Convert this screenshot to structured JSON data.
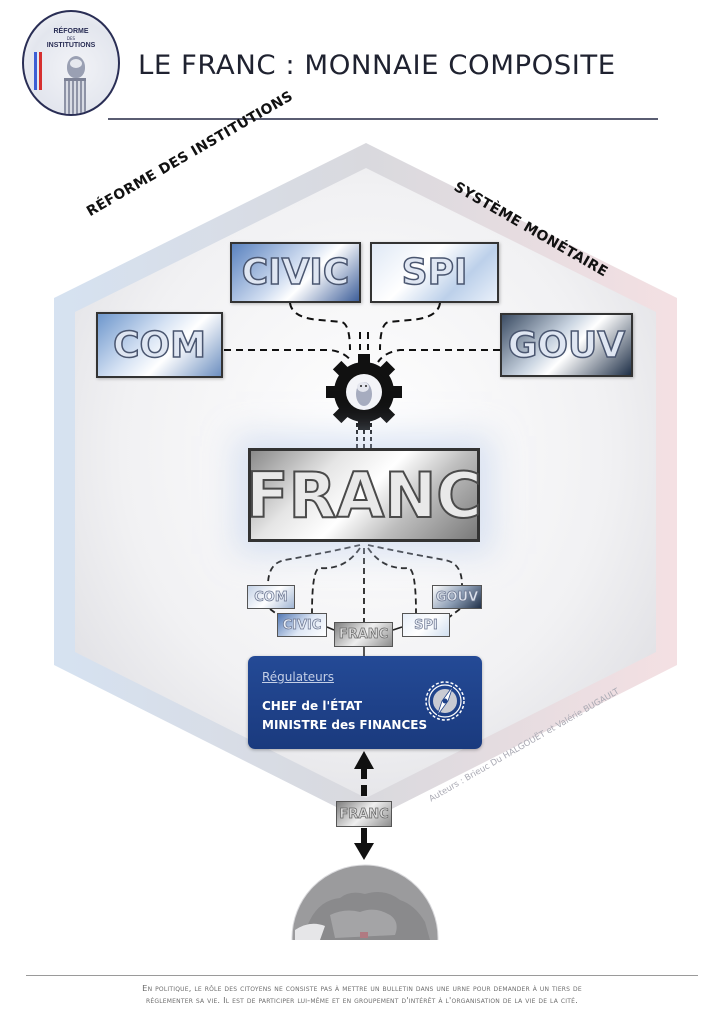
{
  "header": {
    "logo": {
      "top_text": "RÉFORME",
      "mid_text": "DES",
      "bottom_text": "INSTITUTIONS",
      "icon": "owl-on-column-icon"
    },
    "title": "LE FRANC : MONNAIE COMPOSITE"
  },
  "diagram": {
    "frame": {
      "shape": "hexagon",
      "left_label": "RÉFORME DES INSTITUTIONS",
      "right_label": "SYSTÈME MONÉTAIRE",
      "left_edge_color": "#d5e1f0",
      "right_edge_color": "#f3dfe2",
      "top_edge_color": "#d3d4da"
    },
    "top_boxes": [
      {
        "id": "civic",
        "label": "CIVIC"
      },
      {
        "id": "spi",
        "label": "SPI"
      },
      {
        "id": "com",
        "label": "COM"
      },
      {
        "id": "gouv",
        "label": "GOUV"
      }
    ],
    "hub": {
      "icon": "gear-with-owl-icon"
    },
    "central_box": {
      "label": "FRANC"
    },
    "sub_boxes": [
      {
        "id": "com",
        "label": "COM"
      },
      {
        "id": "civic",
        "label": "CIVIC"
      },
      {
        "id": "franc",
        "label": "FRANC"
      },
      {
        "id": "spi",
        "label": "SPI"
      },
      {
        "id": "gouv",
        "label": "GOUV"
      }
    ],
    "regulators": {
      "title": "Régulateurs",
      "line1": "CHEF de l'ÉTAT",
      "line2": "MINISTRE des FINANCES",
      "icon": "compass-gear-icon",
      "color": "#1f4289"
    },
    "exchange_tag": {
      "label": "FRANC"
    },
    "arrow": {
      "icon": "double-arrow-vertical-icon"
    },
    "globe": {
      "icon": "globe-europe-icon"
    },
    "authors": "Auteurs : Brieuc Du HALGOUËT et Valérie BUGAULT"
  },
  "footer": {
    "line1": "En politique, le rôle des citoyens ne consiste pas à mettre un bulletin dans une urne pour demander à un tiers de",
    "line2": "réglementer sa vie. Il est de participer lui-même et en groupement d'intérêt à l'organisation de la vie de la cité."
  }
}
